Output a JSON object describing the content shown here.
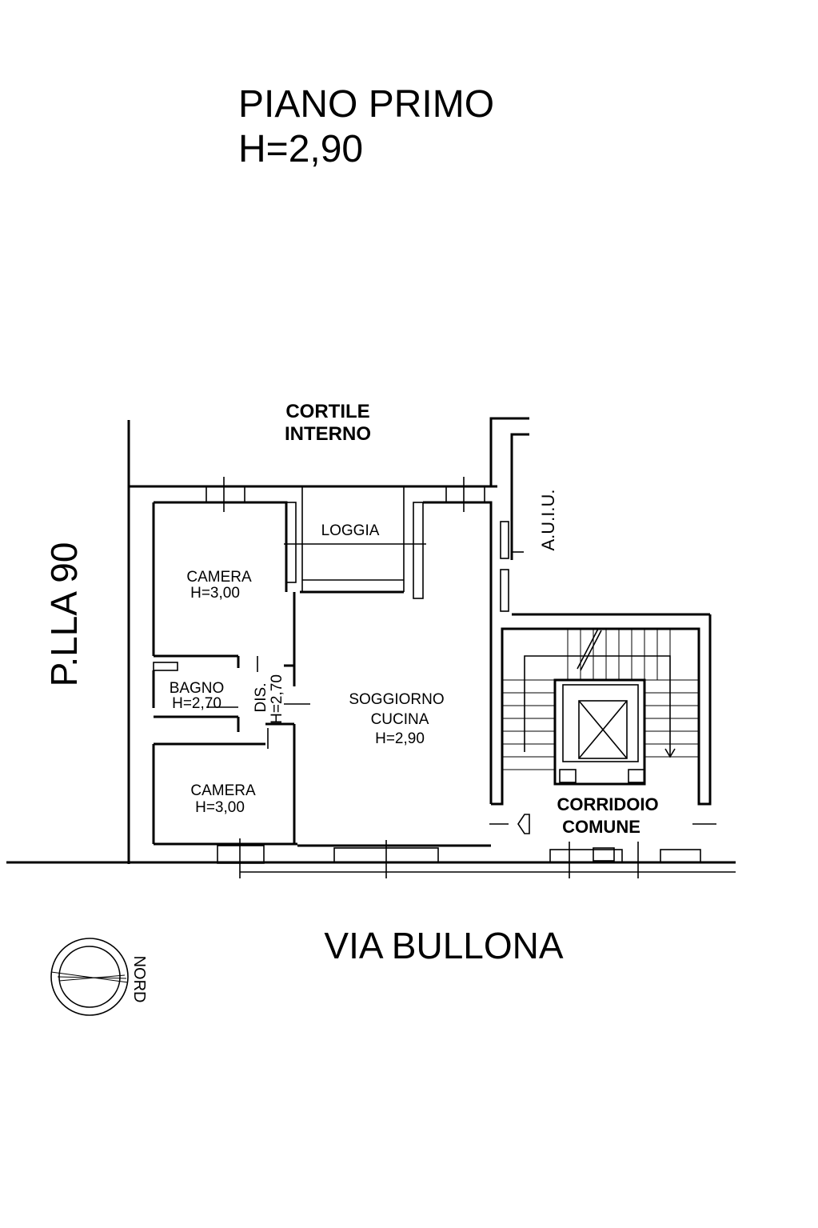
{
  "header": {
    "floor": "PIANO PRIMO",
    "height": "H=2,90"
  },
  "context": {
    "courtyard_line1": "CORTILE",
    "courtyard_line2": "INTERNO",
    "parcel": "P.LLA 90",
    "other_unit": "A.U.I.U.",
    "street": "VIA BULLONA",
    "north": "NORD"
  },
  "rooms": {
    "loggia": "LOGGIA",
    "camera_top_name": "CAMERA",
    "camera_top_height": "H=3,00",
    "bagno_name": "BAGNO",
    "bagno_height": "H=2,70",
    "dis_name": "DIS.",
    "dis_height": "H=2,70",
    "soggiorno_line1": "SOGGIORNO",
    "soggiorno_line2": "CUCINA",
    "soggiorno_height": "H=2,90",
    "camera_bottom_name": "CAMERA",
    "camera_bottom_height": "H=3,00",
    "corridor_line1": "CORRIDOIO",
    "corridor_line2": "COMUNE"
  }
}
